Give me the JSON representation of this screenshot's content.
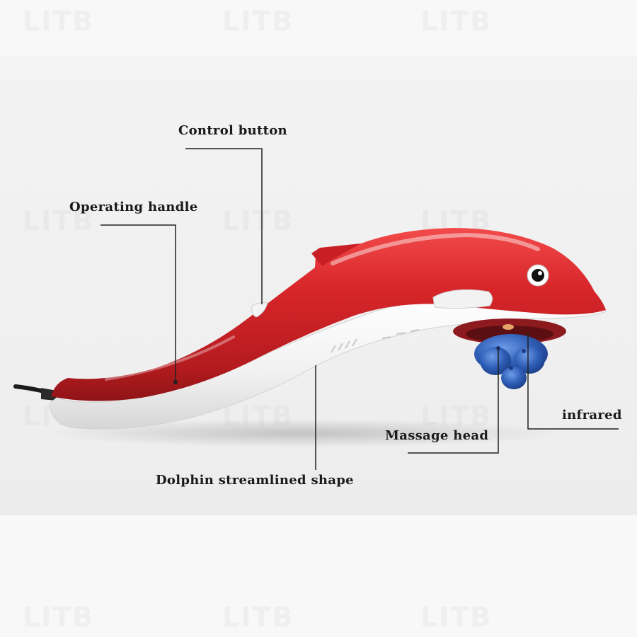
{
  "watermark_text": "LITB",
  "labels": {
    "control_button": "Control button",
    "operating_handle": "Operating handle",
    "infrared": "infrared",
    "massage_head": "Massage head",
    "dolphin_shape": "Dolphin streamlined shape"
  },
  "colors": {
    "body_red": "#d8262a",
    "belly_white": "#f3f3f3",
    "massage_head_blue": "#2f5fb8",
    "text": "#1a1a1a"
  }
}
